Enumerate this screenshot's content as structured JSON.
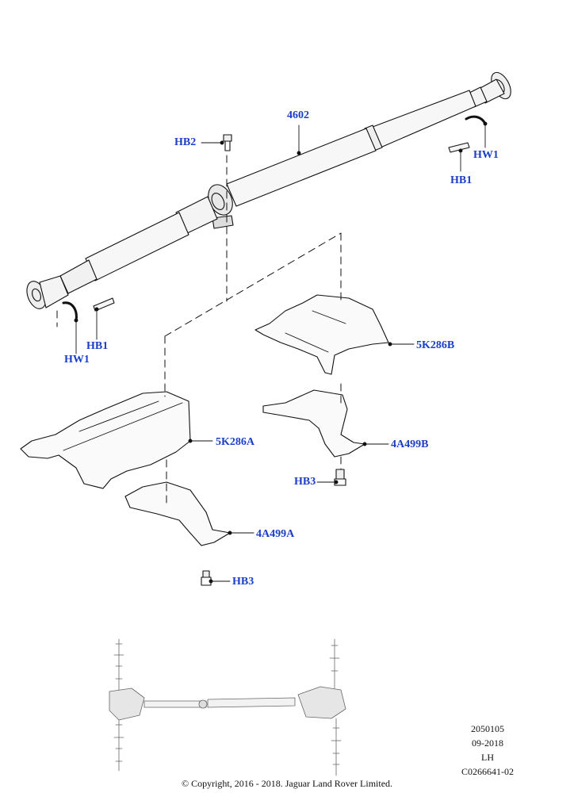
{
  "callouts": {
    "shaft": "4602",
    "hb2": "HB2",
    "hw1_right": "HW1",
    "hb1_right": "HB1",
    "hb1_left": "HB1",
    "hw1_left": "HW1",
    "shield_b": "5K286B",
    "shield_a": "5K286A",
    "bracket_b": "4A499B",
    "bracket_a": "4A499A",
    "hb3_upper": "HB3",
    "hb3_lower": "HB3"
  },
  "meta": {
    "line1": "2050105",
    "line2": "09-2018",
    "line3": "LH",
    "line4": "C0266641-02"
  },
  "copyright": "© Copyright, 2016 - 2018. Jaguar Land Rover Limited.",
  "colors": {
    "callout": "#1a3ec8",
    "line": "#111111",
    "shaft_fill": "#f4f4f4"
  }
}
